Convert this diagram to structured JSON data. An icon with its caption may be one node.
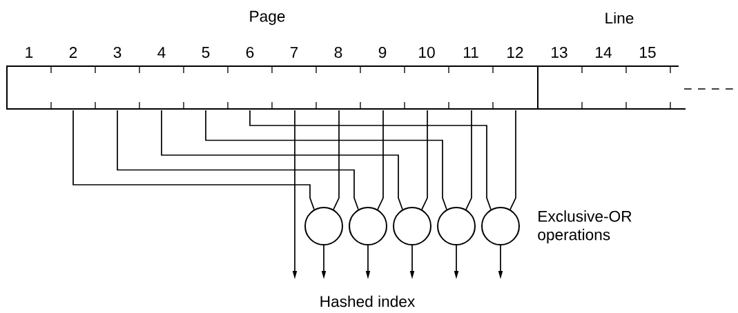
{
  "diagram": {
    "nodes": [
      {
        "text": [
          "Page"
        ]
      },
      {
        "text": [
          "Line"
        ]
      },
      {
        "text": [],
        "shape": "circle"
      },
      {
        "text": [],
        "shape": "circle"
      },
      {
        "text": [],
        "shape": "circle"
      },
      {
        "text": [],
        "shape": "circle"
      },
      {
        "text": [],
        "shape": "circle"
      }
    ],
    "edges": [
      {
        "from": 0,
        "to": null,
        "arrow": "to"
      },
      {
        "from": 0,
        "to": 2,
        "arrow": "none"
      },
      {
        "from": 0,
        "to": 2,
        "arrow": "none"
      },
      {
        "from": 2,
        "to": null,
        "arrow": "to"
      },
      {
        "from": 0,
        "to": 3,
        "arrow": "none"
      },
      {
        "from": 0,
        "to": 3,
        "arrow": "none"
      },
      {
        "from": 3,
        "to": null,
        "arrow": "to"
      },
      {
        "from": 0,
        "to": 4,
        "arrow": "none"
      },
      {
        "from": 0,
        "to": 4,
        "arrow": "none"
      },
      {
        "from": 4,
        "to": null,
        "arrow": "to"
      },
      {
        "from": 0,
        "to": 5,
        "arrow": "none"
      },
      {
        "from": 0,
        "to": 5,
        "arrow": "none"
      },
      {
        "from": 5,
        "to": null,
        "arrow": "to"
      },
      {
        "from": 0,
        "to": 6,
        "arrow": "none"
      },
      {
        "from": 0,
        "to": 6,
        "arrow": "none"
      },
      {
        "from": 6,
        "to": null,
        "arrow": "to"
      }
    ],
    "labels": [
      "1",
      "2",
      "3",
      "4",
      "5",
      "6",
      "7",
      "8",
      "9",
      "10",
      "11",
      "12",
      "13",
      "14",
      "15",
      "Exclusive-OR operations",
      "Hashed index"
    ]
  }
}
